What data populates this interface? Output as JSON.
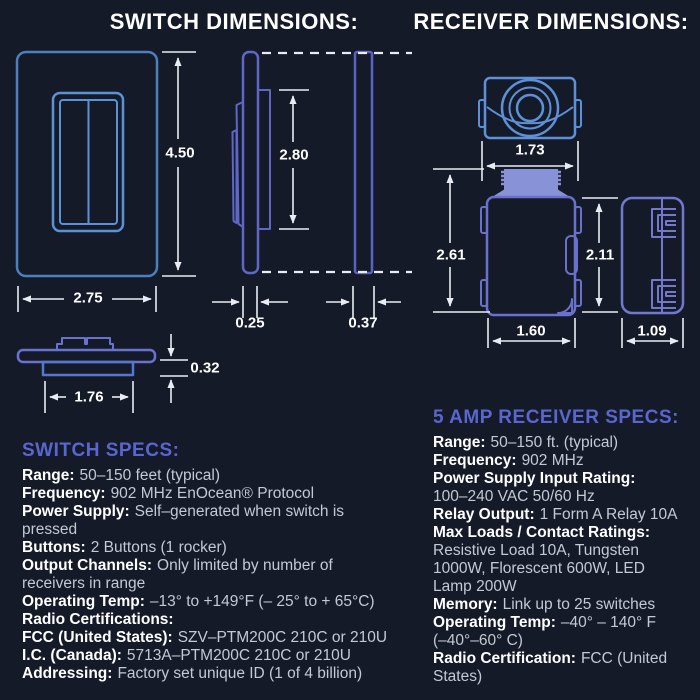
{
  "titles": {
    "switch": "SWITCH DIMENSIONS:",
    "receiver": "RECEIVER DIMENSIONS:"
  },
  "diagrams": {
    "switch": {
      "views": [
        "front-wall-plate",
        "side-profile",
        "edge-profile",
        "top-profile"
      ],
      "dims": {
        "plate_height": "4.50",
        "plate_width": "2.75",
        "rocker_height": "2.80",
        "plate_depth": "0.25",
        "edge_depth": "0.37",
        "top_height": "0.32",
        "top_width": "1.76"
      }
    },
    "receiver": {
      "views": [
        "top-view",
        "front-view",
        "side-view"
      ],
      "dims": {
        "top_width": "1.73",
        "overall_height": "2.61",
        "body_height": "2.11",
        "body_width": "1.60",
        "side_width": "1.09"
      }
    }
  },
  "specs_left": {
    "heading": "SWITCH SPECS:",
    "lines": [
      {
        "label": "Range:",
        "value": "50–150 feet (typical)"
      },
      {
        "label": "Frequency:",
        "value": "902 MHz EnOcean® Protocol"
      },
      {
        "label": "Power Supply:",
        "value": "Self–generated when switch is"
      },
      {
        "label": "",
        "value": "pressed"
      },
      {
        "label": "Buttons:",
        "value": "2 Buttons (1 rocker)"
      },
      {
        "label": "Output Channels:",
        "value": "Only limited by number of"
      },
      {
        "label": "",
        "value": "receivers in range"
      },
      {
        "label": "Operating Temp:",
        "value": "–13° to +149°F (– 25° to + 65°C)"
      },
      {
        "label": "Radio Certifications:",
        "value": ""
      },
      {
        "label": "FCC (United States):",
        "value": "SZV–PTM200C 210C or 210U"
      },
      {
        "label": "I.C. (Canada):",
        "value": "5713A–PTM200C 210C or 210U"
      },
      {
        "label": "Addressing:",
        "value": "Factory set unique ID (1 of 4 billion)"
      }
    ]
  },
  "specs_right": {
    "heading": "5 AMP RECEIVER SPECS:",
    "lines": [
      {
        "label": "Range:",
        "value": "50–150 ft. (typical)"
      },
      {
        "label": "Frequency:",
        "value": "902 MHz"
      },
      {
        "label": "Power Supply Input Rating:",
        "value": ""
      },
      {
        "label": "",
        "value": "100–240 VAC 50/60 Hz"
      },
      {
        "label": "Relay Output:",
        "value": "1 Form A Relay 10A"
      },
      {
        "label": "Max Loads / Contact Ratings:",
        "value": ""
      },
      {
        "label": "",
        "value": "Resistive Load 10A, Tungsten"
      },
      {
        "label": "",
        "value": "1000W, Florescent 600W, LED"
      },
      {
        "label": "",
        "value": "Lamp 200W"
      },
      {
        "label": "Memory:",
        "value": "Link up to 25 switches"
      },
      {
        "label": "Operating Temp:",
        "value": "–40° – 140° F"
      },
      {
        "label": "",
        "value": "(–40°–60° C)"
      },
      {
        "label": "Radio Certification:",
        "value": "FCC (United"
      },
      {
        "label": "",
        "value": "States)"
      }
    ]
  },
  "colors": {
    "background": "#151a29",
    "title_text": "#ffffff",
    "heading_accent": "#5866d0",
    "body_value_text": "#c4c9d4",
    "dimension_text": "#ffffff",
    "blueprint_blue": "#4c7fbe",
    "blueprint_light_blue": "#5c91d4",
    "blueprint_indigo": "#6a71cc",
    "blueprint_periwinkle": "#7377ce",
    "dimension_lines": "#e9edf3"
  }
}
